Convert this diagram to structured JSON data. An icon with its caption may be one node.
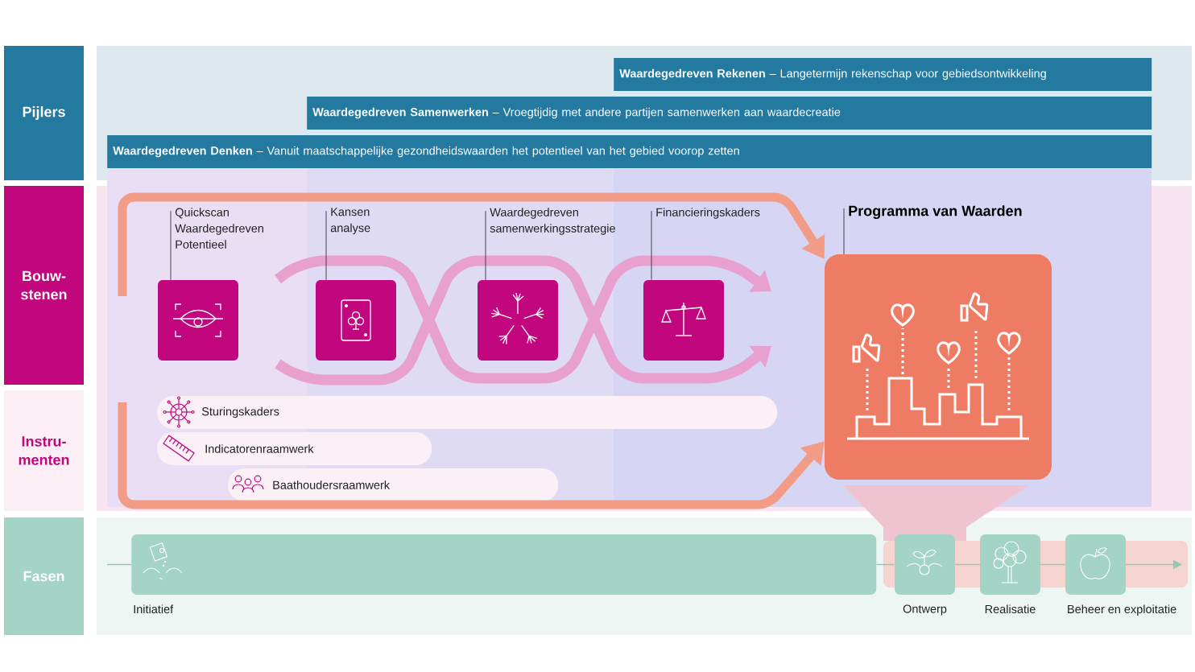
{
  "diagram": {
    "nodes": [
      {
        "text": [
          "Pijlers"
        ]
      },
      {
        "text": [
          "Bouw- stenen"
        ]
      },
      {
        "text": [
          "Instru- menten"
        ]
      },
      {
        "text": [
          "Fasen"
        ]
      },
      {
        "text": [
          "**Waardegedreven Rekenen** – Langetermijn rekenschap voor gebiedsontwikkeling"
        ]
      },
      {
        "text": [
          "**Waardegedreven Samenwerken** – Vroegtijdig met andere partijen samenwerken aan waardecreatie"
        ]
      },
      {
        "text": [
          "**Waardegedreven Denken** – Vanuit maatschappelijke gezondheidswaarden het potentieel van het gebied voorop zetten"
        ]
      },
      {
        "text": [
          "Quickscan Waardegedreven Potentieel"
        ]
      },
      {
        "text": [],
        "shape": "box"
      },
      {
        "text": [
          "Kansen analyse"
        ]
      },
      {
        "text": [],
        "shape": "box"
      },
      {
        "text": [
          "Waardegedreven samenwerkingsstrategie"
        ]
      },
      {
        "text": [],
        "shape": "box"
      },
      {
        "text": [
          "Financieringskaders"
        ]
      },
      {
        "text": [],
        "shape": "box"
      },
      {
        "text": [
          "Programma van Waarden"
        ]
      },
      {
        "text": [],
        "shape": "box"
      },
      {
        "text": [
          "Sturingskaders"
        ]
      },
      {
        "text": [
          "Indicatorenraamwerk"
        ]
      },
      {
        "text": [
          "Baathoudersraamwerk"
        ]
      },
      {
        "text": [
          "Initiatief"
        ]
      },
      {
        "text": [
          "Ontwerp"
        ]
      },
      {
        "text": [
          "Realisatie"
        ]
      },
      {
        "text": [
          "Beheer en exploitatie"
        ]
      }
    ],
    "edges": [
      {
        "from": 7,
        "to": 8,
        "arrow": "none"
      },
      {
        "from": 9,
        "to": 10,
        "arrow": "none"
      },
      {
        "from": 11,
        "to": 12,
        "arrow": "none"
      },
      {
        "from": 13,
        "to": 14,
        "arrow": "none"
      },
      {
        "from": 15,
        "to": 16,
        "arrow": "none"
      },
      {
        "from": null,
        "to": 16,
        "arrow": "to",
        "style": "thick",
        "color": "#f29c87"
      },
      {
        "from": null,
        "to": 16,
        "arrow": "to",
        "style": "thick",
        "color": "#f29c87"
      },
      {
        "from": null,
        "to": 20,
        "arrow": "none",
        "color": "#8fcab8"
      },
      {
        "from": 20,
        "to": 21,
        "arrow": "none",
        "color": "#8fcab8"
      },
      {
        "from": 21,
        "to": 22,
        "arrow": "none",
        "color": "#8fcab8"
      },
      {
        "from": 22,
        "to": 23,
        "arrow": "none",
        "color": "#8fcab8"
      },
      {
        "from": 23,
        "to": null,
        "arrow": "to",
        "color": "#8fcab8"
      }
    ]
  }
}
